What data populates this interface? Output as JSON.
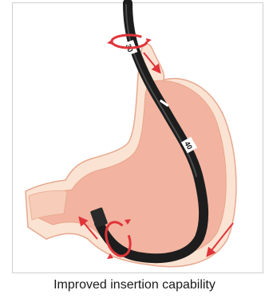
{
  "figure": {
    "caption": "Improved insertion capability",
    "depth_marks": [
      "30",
      "40"
    ]
  },
  "colors": {
    "stomach_outer": "#fbe3d3",
    "stomach_outline": "#e6a98f",
    "stomach_inner": "#f2b4a0",
    "endoscope": "#1d1d1d",
    "endoscope_highlight": "#6a6a6a",
    "arrow": "#e0343a",
    "frame": "#cfcfcf"
  },
  "icons": {
    "rotation_arrow_top": "rotation-arrow-icon",
    "rotation_arrow_bottom": "rotation-arrow-icon",
    "direction_arrows": "direction-arrow-icon"
  }
}
